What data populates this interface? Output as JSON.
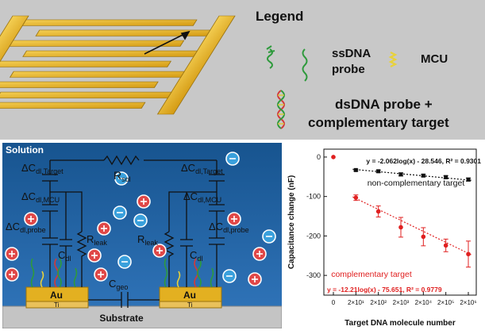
{
  "legend": {
    "title": "Legend",
    "items": [
      {
        "icon": "ssdna-probe-icon",
        "label_line1": "ssDNA",
        "label_line2": "probe"
      },
      {
        "icon": "mcu-icon",
        "label_line1": "MCU"
      },
      {
        "icon": "dsdna-icon",
        "label_line1": "dsDNA probe +",
        "label_line2": "complementary target"
      }
    ],
    "colors": {
      "gold": "#e0a81c",
      "green": "#2e9a3c",
      "yellow": "#e8d23a",
      "red": "#d23a3a",
      "panel": "#c8c8c8"
    }
  },
  "circuit": {
    "solution_label": "Solution",
    "r_sol": {
      "main": "R",
      "sub": "sol"
    },
    "c_geo": {
      "main": "C",
      "sub": "geo"
    },
    "left_target": {
      "main": "ΔC",
      "sub": "dl,Target"
    },
    "right_target": {
      "main": "ΔC",
      "sub": "dl,Target"
    },
    "left_mcu": {
      "main": "ΔC",
      "sub": "dl,MCU"
    },
    "right_mcu": {
      "main": "ΔC",
      "sub": "dl,MCU"
    },
    "left_probe": {
      "main": "ΔC",
      "sub": "dl,probe"
    },
    "right_probe": {
      "main": "ΔC",
      "sub": "dl,probe"
    },
    "left_cdl": {
      "main": "C",
      "sub": "dl"
    },
    "right_cdl": {
      "main": "C",
      "sub": "dl"
    },
    "left_rleak": {
      "main": "R",
      "sub": "leak"
    },
    "right_rleak": {
      "main": "R",
      "sub": "leak"
    },
    "electrode_au": "Au",
    "electrode_ti": "Ti",
    "substrate": "Substrate",
    "colors": {
      "solution": "#1f5f9e",
      "substrate": "#c4c4c4",
      "electrode": "#e3b021",
      "plus_ion": "#e04848",
      "minus_ion": "#3aa0dc"
    }
  },
  "chart_data": {
    "type": "scatter",
    "title": "",
    "xlabel": "Target DNA molecule number",
    "ylabel": "Capacitance change (nF)",
    "categories": [
      "0",
      "2×10¹",
      "2×10²",
      "2×10³",
      "2×10⁴",
      "2×10⁵",
      "2×10⁶"
    ],
    "ylim": [
      -350,
      20
    ],
    "yticks": [
      0,
      -100,
      -200,
      -300
    ],
    "series": [
      {
        "name": "non-complementary target",
        "color": "#111111",
        "values": [
          null,
          -33,
          -36,
          -44,
          -47,
          -51,
          -57
        ],
        "errors": [
          null,
          2,
          3,
          4,
          3,
          4,
          4
        ],
        "fit_equation": "y = -2.062log(x) - 28.546, R² = 0.9301"
      },
      {
        "name": "complementary target",
        "color": "#e02020",
        "values": [
          null,
          -103,
          -138,
          -178,
          -202,
          -224,
          -246
        ],
        "errors": [
          null,
          7,
          14,
          25,
          23,
          16,
          33
        ],
        "fit_equation": "y = -12.21log(x) - 75.651, R² = 0.9779"
      }
    ],
    "zero_point": {
      "category": "0",
      "value": 0,
      "color": "#e02020"
    }
  }
}
